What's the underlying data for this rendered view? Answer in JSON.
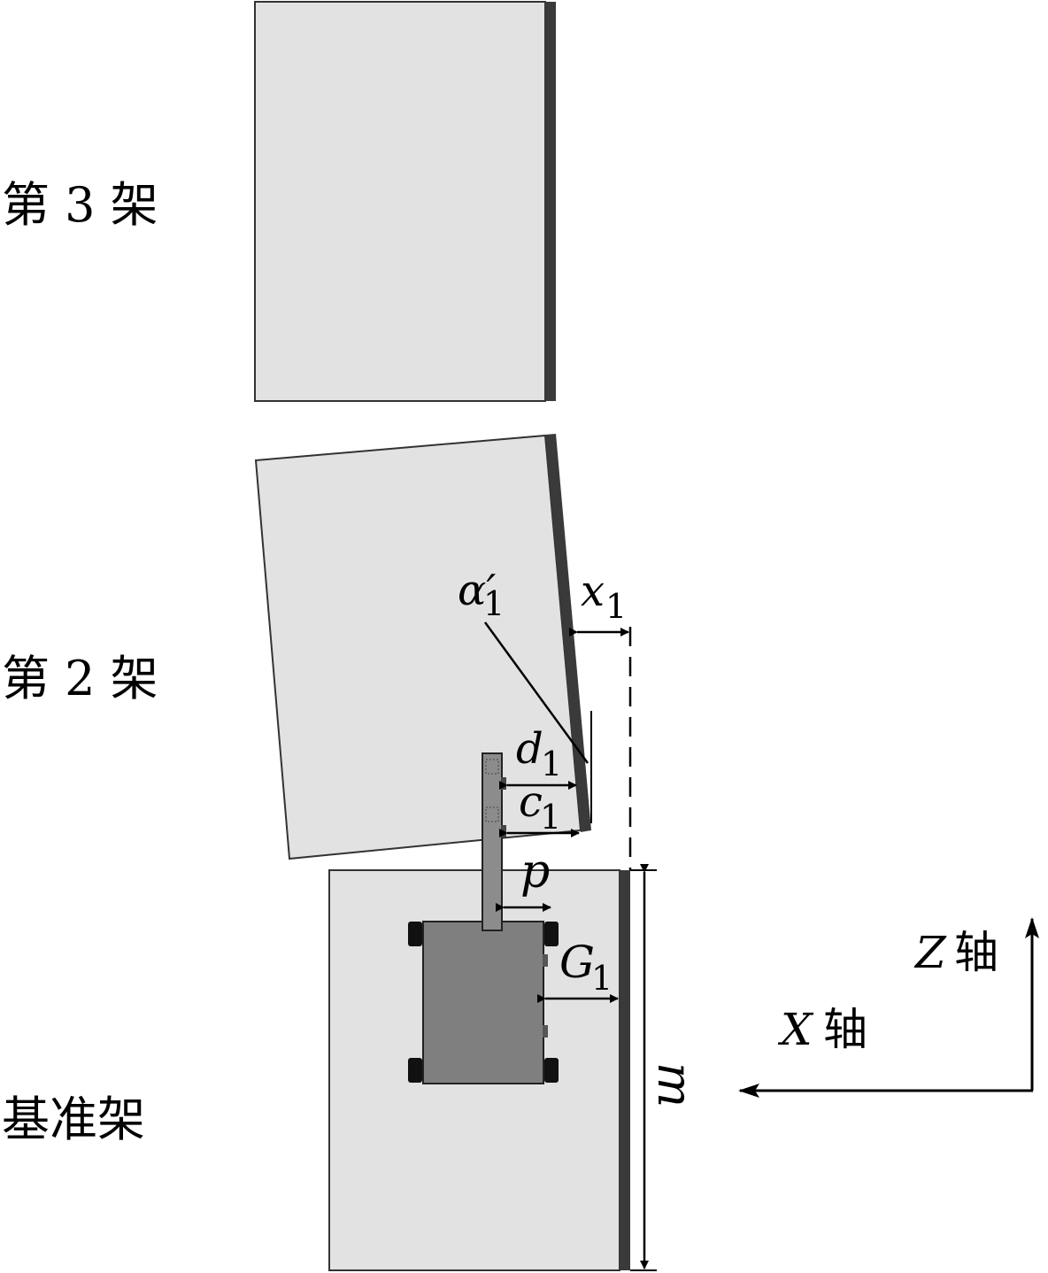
{
  "labels": {
    "support_3": "第 3 架",
    "support_2": "第 2 架",
    "reference": "基准架"
  },
  "symbols": {
    "alpha": "α′",
    "alpha_sub": "1",
    "x": "x",
    "x_sub": "1",
    "d": "d",
    "d_sub": "1",
    "c": "c",
    "c_sub": "1",
    "p": "p",
    "g": "G",
    "g_sub": "1",
    "m": "m"
  },
  "axes": {
    "z_letter": "Z",
    "z_word": "轴",
    "x_letter": "X",
    "x_word": "轴"
  },
  "colors": {
    "panel_fill": "#e2e2e2",
    "plate_fill": "#3a3a3a",
    "device_fill": "#7f7f7f",
    "arm_fill": "#8c8c8c",
    "line": "#000000"
  }
}
